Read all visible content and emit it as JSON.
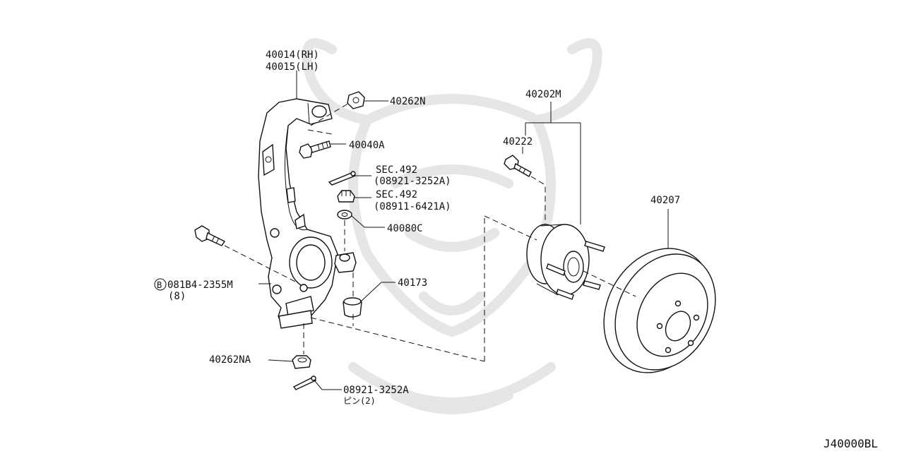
{
  "diagram_code": "J40000BL",
  "colors": {
    "ink": "#111111",
    "watermark": "#e6e6e6",
    "background": "#ffffff"
  },
  "labels": {
    "knuckle_rh": "40014(RH)",
    "knuckle_lh": "40015(LH)",
    "nut_top": "40262N",
    "bolt_top": "40040A",
    "sec492_a": "SEC.492",
    "sec492_a_part": "(08921-3252A)",
    "sec492_b": "SEC.492",
    "sec492_b_part": "(08911-6421A)",
    "washer": "40080C",
    "bolt_left": "081B4-2355M",
    "bolt_left_qty": "(8)",
    "bolt_left_badge": "B",
    "bushing": "40173",
    "nut_bottom": "40262NA",
    "pin_bottom": "08921-3252A",
    "pin_bottom_qty": "ピン(2)",
    "hub_assembly": "40202M",
    "hub_bolt": "40222",
    "rotor": "40207"
  }
}
